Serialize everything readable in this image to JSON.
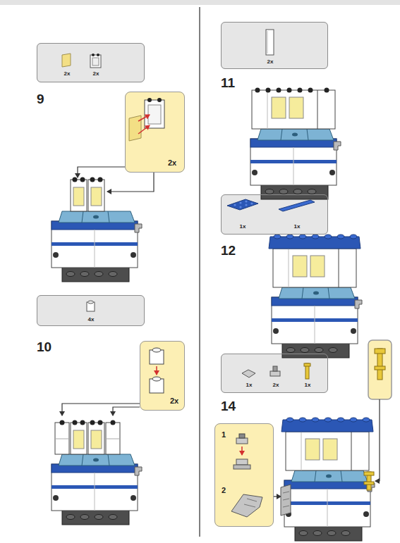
{
  "diagram": {
    "nodes": [
      {
        "text": [
          "2x",
          "2x"
        ]
      },
      {
        "text": [
          "2x"
        ]
      },
      {
        "text": [
          "4x"
        ]
      },
      {
        "text": [
          "2x"
        ]
      },
      {
        "text": [
          "2x"
        ]
      },
      {
        "text": [
          "1x",
          "1x"
        ]
      },
      {
        "text": [
          "1x",
          "2x",
          "1x"
        ]
      },
      {
        "text": [
          "1",
          "2"
        ]
      }
    ],
    "labels": [
      "9",
      "10",
      "11",
      "12",
      "14"
    ]
  }
}
